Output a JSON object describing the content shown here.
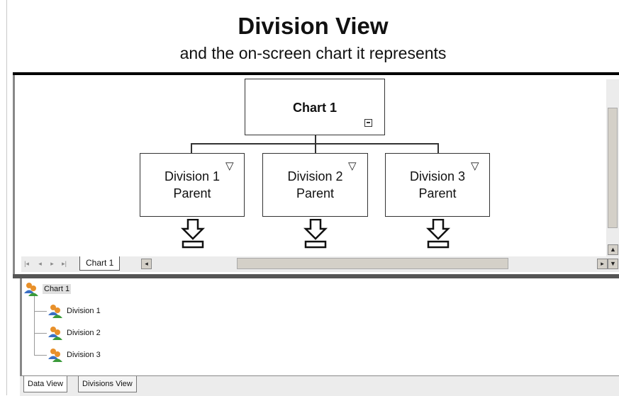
{
  "header": {
    "title": "Division View",
    "subtitle": "and the on-screen chart it represents"
  },
  "chart": {
    "root_label": "Chart 1",
    "divisions": [
      {
        "line1": "Division 1",
        "line2": "Parent"
      },
      {
        "line1": "Division 2",
        "line2": "Parent"
      },
      {
        "line1": "Division 3",
        "line2": "Parent"
      }
    ]
  },
  "sheet_tabs": {
    "active": "Chart 1"
  },
  "tree": {
    "root": "Chart 1",
    "children": [
      "Division 1",
      "Division 2",
      "Division 3"
    ]
  },
  "bottom_tabs": [
    "Data View",
    "Divisions View"
  ],
  "colors": {
    "person_orange": "#e8902a",
    "person_green": "#3a9a3a",
    "person_blue": "#3a6fc4"
  }
}
